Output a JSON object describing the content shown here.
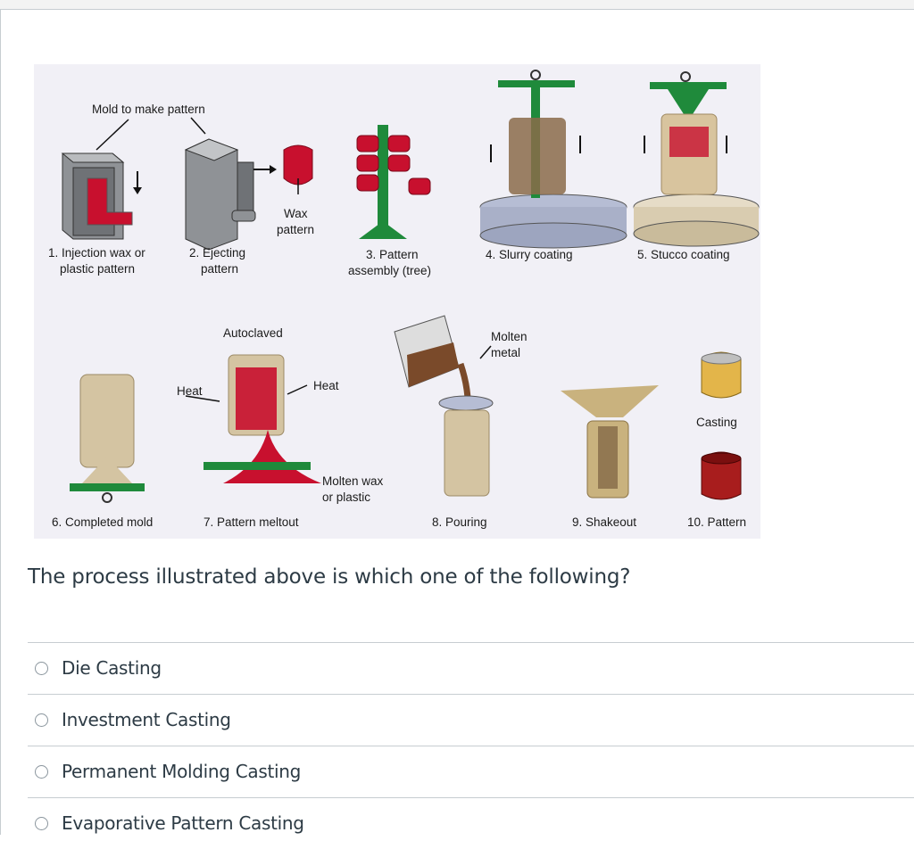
{
  "figure": {
    "labels": {
      "mold_to_make_pattern": "Mold to make pattern",
      "wax_pattern_1": "Wax",
      "wax_pattern_2": "pattern",
      "step1_a": "1. Injection wax or",
      "step1_b": "plastic pattern",
      "step2_a": "2. Ejecting",
      "step2_b": "pattern",
      "step3_a": "3. Pattern",
      "step3_b": "assembly (tree)",
      "step4": "4. Slurry coating",
      "step5": "5. Stucco coating",
      "autoclaved": "Autoclaved",
      "heat_left": "Heat",
      "heat_right": "Heat",
      "molten_metal_1": "Molten",
      "molten_metal_2": "metal",
      "casting": "Casting",
      "molten_wax_1": "Molten wax",
      "molten_wax_2": "or plastic",
      "step6": "6. Completed mold",
      "step7": "7. Pattern meltout",
      "step8": "8. Pouring",
      "step9": "9. Shakeout",
      "step10": "10. Pattern"
    }
  },
  "question": {
    "text": "The process illustrated above is which one of the following?"
  },
  "answers": [
    {
      "label": "Die Casting"
    },
    {
      "label": "Investment Casting"
    },
    {
      "label": "Permanent Molding Casting"
    },
    {
      "label": "Evaporative Pattern Casting"
    }
  ],
  "colors": {
    "figure_bg": "#f1f0f6",
    "red": "#c8102e",
    "green": "#1f8a3b",
    "gray": "#8a8c90",
    "tan": "#d9c7a2",
    "text": "#2d3b45"
  }
}
